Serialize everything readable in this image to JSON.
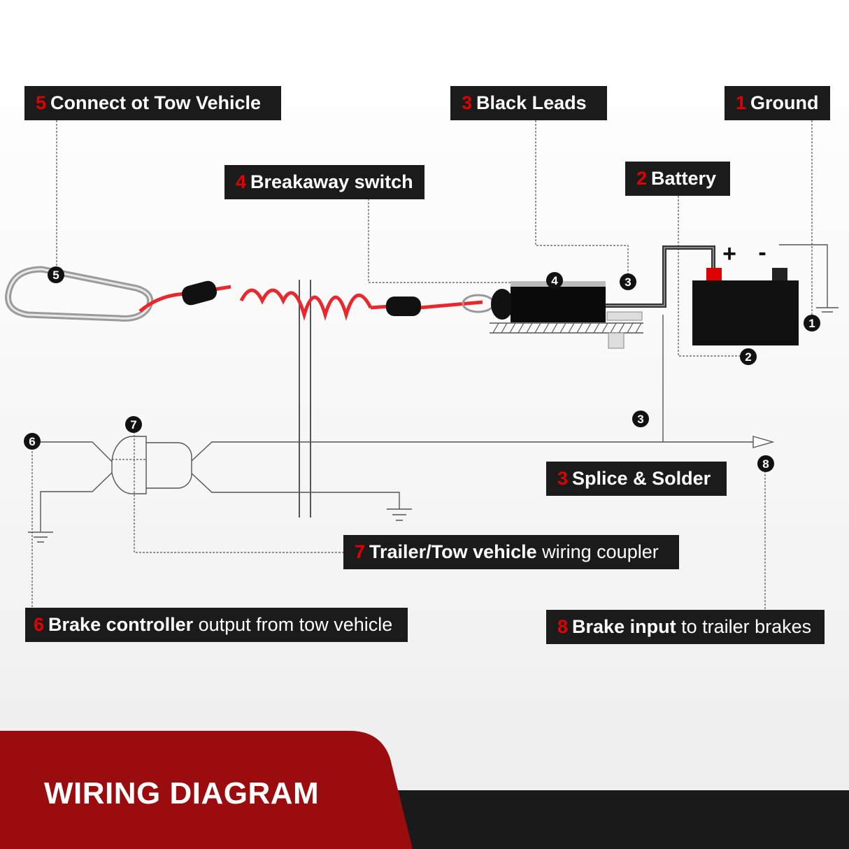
{
  "labels": {
    "connect": {
      "num": "5",
      "bold": "Connect ot Tow Vehicle",
      "rest": ""
    },
    "black_leads": {
      "num": "3",
      "bold": "Black Leads",
      "rest": ""
    },
    "ground": {
      "num": "1",
      "bold": "Ground",
      "rest": ""
    },
    "breakaway": {
      "num": "4",
      "bold": "Breakaway switch",
      "rest": ""
    },
    "battery": {
      "num": "2",
      "bold": "Battery",
      "rest": ""
    },
    "splice": {
      "num": "3",
      "bold": "Splice & Solder",
      "rest": ""
    },
    "coupler": {
      "num": "7",
      "bold": "Trailer/Tow vehicle",
      "rest": " wiring coupler"
    },
    "brake_controller": {
      "num": "6",
      "bold": "Brake controller",
      "rest": " output from tow vehicle"
    },
    "brake_input": {
      "num": "8",
      "bold": "Brake input",
      "rest": " to trailer brakes"
    }
  },
  "markers": {
    "m1": "1",
    "m2": "2",
    "m3a": "3",
    "m3b": "3",
    "m4": "4",
    "m5": "5",
    "m6": "6",
    "m7": "7",
    "m8": "8"
  },
  "battery_terminals": {
    "positive": "+",
    "negative": "-"
  },
  "banner": {
    "title": "WIRING DIAGRAM"
  },
  "colors": {
    "accent": "#e00000",
    "banner_red": "#9b0c0e",
    "cable_red": "#e8282c",
    "label_bg": "#1b1b1b"
  }
}
